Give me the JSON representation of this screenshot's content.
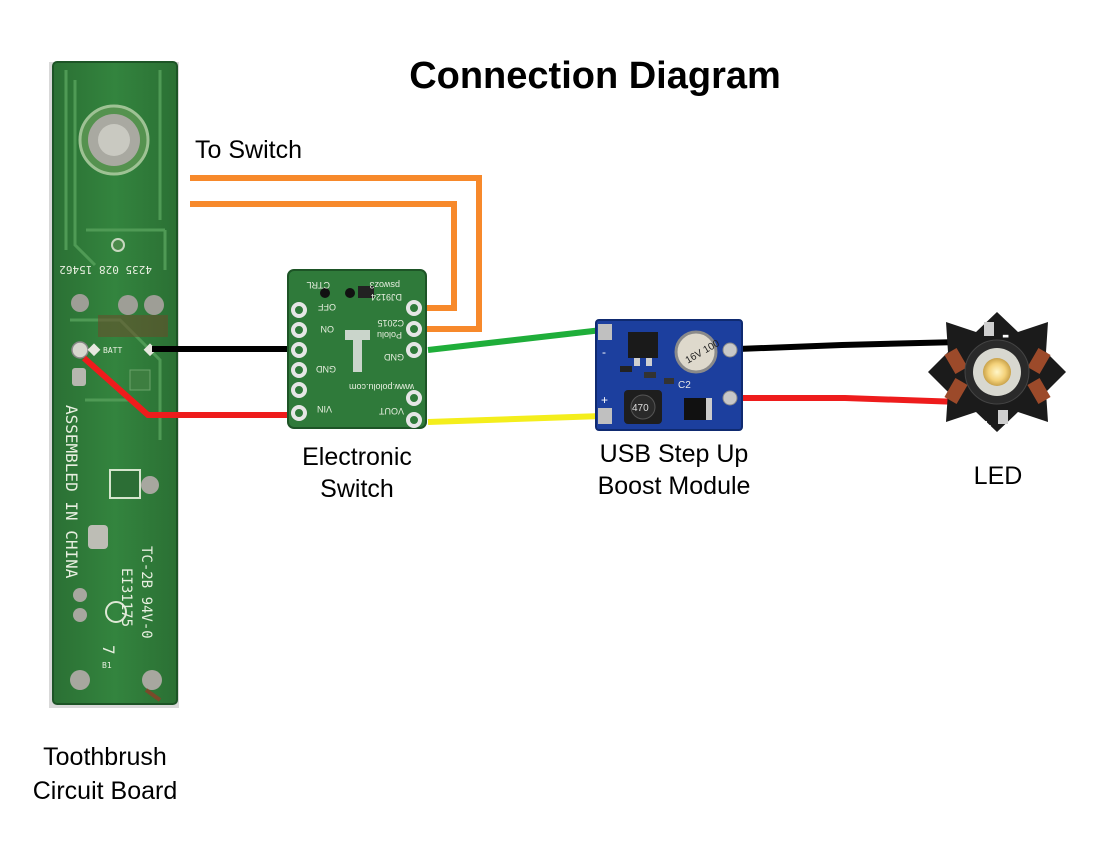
{
  "title": "Connection Diagram",
  "wire_label": "To Switch",
  "labels": {
    "circuit_board": [
      "Toothbrush",
      "Circuit Board"
    ],
    "electronic_switch": [
      "Electronic",
      "Switch"
    ],
    "boost_module": [
      "USB Step Up",
      "Boost Module"
    ],
    "led": "LED"
  },
  "pcb_text": {
    "assembled": "ASSEMBLED IN CHINA",
    "rating": "TC-2B 94V-0",
    "code": "EI31175",
    "codes_top": "4235 028 15462",
    "batt": "BATT",
    "b1": "B1",
    "seven": "7"
  },
  "switch_text": {
    "ctrl": "CTRL",
    "off": "OFF",
    "on": "ON",
    "gnd_left": "GND",
    "vin": "VIN",
    "gnd_right": "GND",
    "vout": "VOUT",
    "brand": "Pololu",
    "model": "C2015",
    "url": "www.pololu.com",
    "part": "pswoz3",
    "code": "DJ9124"
  },
  "boost_text": {
    "cap": "16V 100",
    "inductor": "470",
    "c2": "C2",
    "minus": "-",
    "plus": "+"
  },
  "led_text": {
    "minus": "-",
    "plus": "+"
  },
  "colors": {
    "pcb_green": "#2f7a3a",
    "wire_orange": "#f7892b",
    "wire_black": "#000000",
    "wire_red": "#ee1c1c",
    "wire_green": "#1fae3a",
    "wire_yellow": "#f4ee1c",
    "boost_blue": "#1c3f9e"
  }
}
